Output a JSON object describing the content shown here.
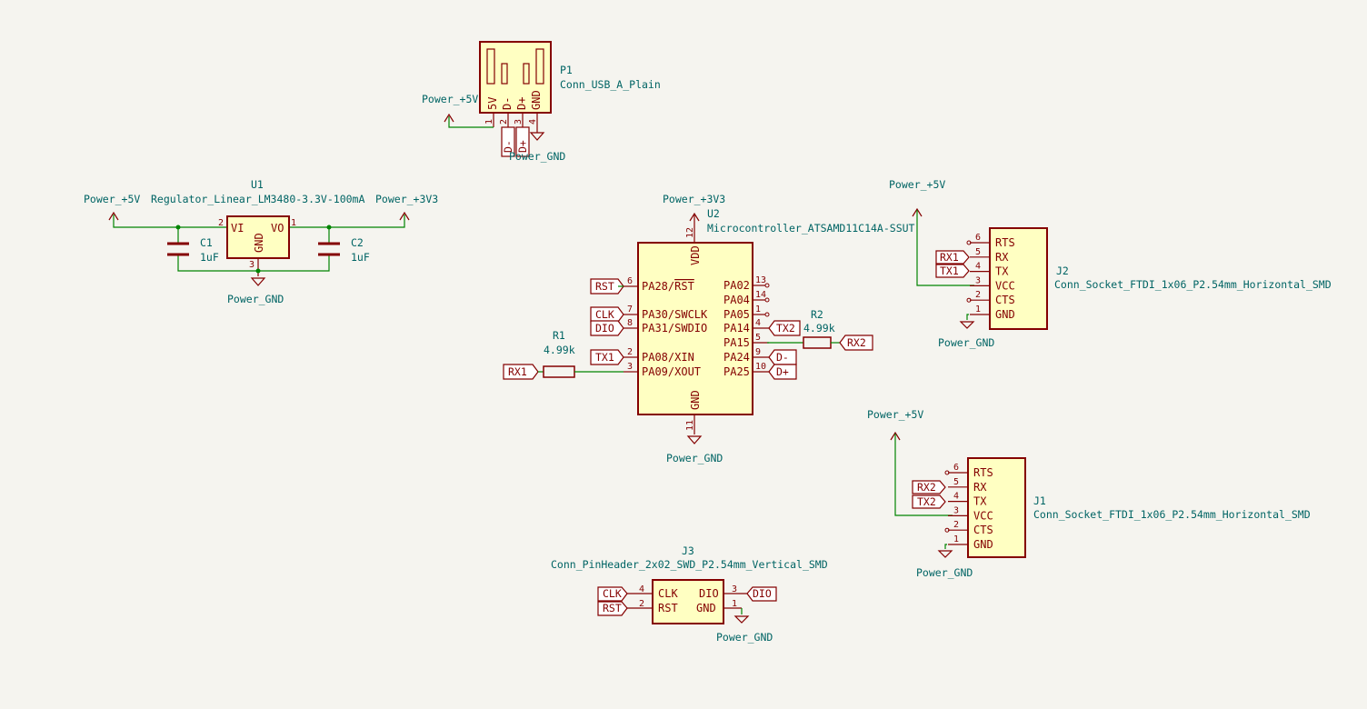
{
  "schematic": {
    "p1": {
      "ref": "P1",
      "value": "Conn_USB_A_Plain",
      "pins": [
        "5V",
        "D-",
        "D+",
        "GND"
      ],
      "pin_nums": [
        "1",
        "2",
        "3",
        "4"
      ],
      "labels": [
        "D-",
        "D+"
      ]
    },
    "u1": {
      "ref": "U1",
      "value": "Regulator_Linear_LM3480-3.3V-100mA",
      "pin_vi": "VI",
      "pin_vo": "VO",
      "pin_gnd": "GND",
      "n_vi": "2",
      "n_vo": "1",
      "n_gnd": "3"
    },
    "c1": {
      "ref": "C1",
      "value": "1uF"
    },
    "c2": {
      "ref": "C2",
      "value": "1uF"
    },
    "u2": {
      "ref": "U2",
      "value": "Microcontroller_ATSAMD11C14A-SSUT",
      "vdd": "VDD",
      "gnd": "GND",
      "n_vdd": "12",
      "n_gnd": "11",
      "left_pins": [
        {
          "name": "PA28/RST",
          "num": "6"
        },
        {
          "name": "PA30/SWCLK",
          "num": "7"
        },
        {
          "name": "PA31/SWDIO",
          "num": "8"
        },
        {
          "name": "PA08/XIN",
          "num": "2"
        },
        {
          "name": "PA09/XOUT",
          "num": "3"
        }
      ],
      "right_pins": [
        {
          "name": "PA02",
          "num": "13"
        },
        {
          "name": "PA04",
          "num": "14"
        },
        {
          "name": "PA05",
          "num": "1"
        },
        {
          "name": "PA14",
          "num": "4"
        },
        {
          "name": "PA15",
          "num": "5"
        },
        {
          "name": "PA24",
          "num": "9"
        },
        {
          "name": "PA25",
          "num": "10"
        }
      ]
    },
    "r1": {
      "ref": "R1",
      "value": "4.99k"
    },
    "r2": {
      "ref": "R2",
      "value": "4.99k"
    },
    "j2": {
      "ref": "J2",
      "value": "Conn_Socket_FTDI_1x06_P2.54mm_Horizontal_SMD",
      "pins": [
        "RTS",
        "RX",
        "TX",
        "VCC",
        "CTS",
        "GND"
      ],
      "nums": [
        "6",
        "5",
        "4",
        "3",
        "2",
        "1"
      ]
    },
    "j1": {
      "ref": "J1",
      "value": "Conn_Socket_FTDI_1x06_P2.54mm_Horizontal_SMD",
      "pins": [
        "RTS",
        "RX",
        "TX",
        "VCC",
        "CTS",
        "GND"
      ],
      "nums": [
        "6",
        "5",
        "4",
        "3",
        "2",
        "1"
      ]
    },
    "j3": {
      "ref": "J3",
      "value": "Conn_PinHeader_2x02_SWD_P2.54mm_Vertical_SMD",
      "left": [
        "CLK",
        "RST"
      ],
      "right": [
        "DIO",
        "GND"
      ],
      "lnums": [
        "4",
        "2"
      ],
      "rnums": [
        "3",
        "1"
      ]
    },
    "power": {
      "p5v": "Power_+5V",
      "p3v3": "Power_+3V3",
      "gnd": "Power_GND"
    },
    "net_labels": {
      "rst": "RST",
      "clk": "CLK",
      "dio": "DIO",
      "tx1": "TX1",
      "rx1": "RX1",
      "tx2": "TX2",
      "rx2": "RX2",
      "dm": "D-",
      "dp": "D+"
    }
  }
}
